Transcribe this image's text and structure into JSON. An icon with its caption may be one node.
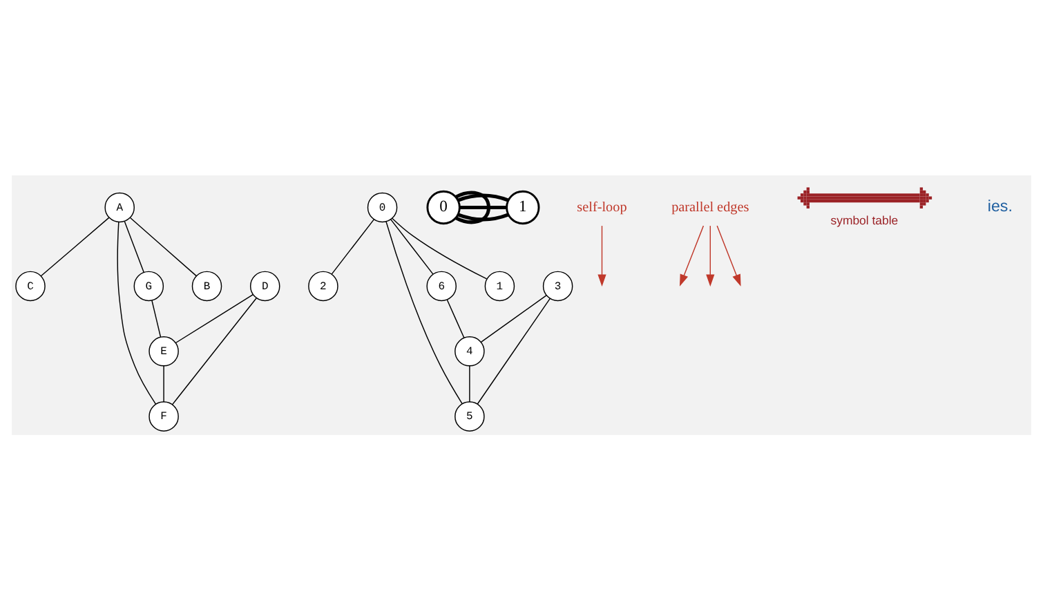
{
  "diagram": {
    "nodes": [
      {
        "text": [
          "A"
        ]
      },
      {
        "text": [
          "B"
        ]
      },
      {
        "text": [
          "C"
        ]
      },
      {
        "text": [
          "G"
        ]
      },
      {
        "text": [
          "D"
        ]
      },
      {
        "text": [
          "E"
        ]
      },
      {
        "text": [
          "F"
        ]
      },
      {
        "text": [
          "0"
        ]
      },
      {
        "text": [
          "1"
        ]
      },
      {
        "text": [
          "2"
        ]
      },
      {
        "text": [
          "6"
        ]
      },
      {
        "text": [
          "3"
        ]
      },
      {
        "text": [
          "4"
        ]
      },
      {
        "text": [
          "5"
        ]
      },
      {
        "text": [
          "0"
        ]
      },
      {
        "text": [
          "1"
        ]
      },
      {
        "text": [
          "self-loop"
        ]
      },
      {
        "text": [
          "parallel edges"
        ]
      }
    ],
    "edges": [
      {
        "from": 0,
        "to": 1,
        "arrow": "none"
      },
      {
        "from": 0,
        "to": 2,
        "arrow": "none"
      },
      {
        "from": 0,
        "to": 3,
        "arrow": "none"
      },
      {
        "from": 0,
        "to": 6,
        "arrow": "none"
      },
      {
        "from": 3,
        "to": 5,
        "arrow": "none"
      },
      {
        "from": 4,
        "to": 5,
        "arrow": "none"
      },
      {
        "from": 4,
        "to": 6,
        "arrow": "none"
      },
      {
        "from": 5,
        "to": 6,
        "arrow": "none"
      },
      {
        "from": 7,
        "to": 8,
        "arrow": "none"
      },
      {
        "from": 7,
        "to": 9,
        "arrow": "none"
      },
      {
        "from": 7,
        "to": 10,
        "arrow": "none"
      },
      {
        "from": 7,
        "to": 13,
        "arrow": "none"
      },
      {
        "from": 10,
        "to": 12,
        "arrow": "none"
      },
      {
        "from": 11,
        "to": 12,
        "arrow": "none"
      },
      {
        "from": 11,
        "to": 13,
        "arrow": "none"
      },
      {
        "from": 12,
        "to": 13,
        "arrow": "none"
      },
      {
        "from": 14,
        "to": 14,
        "arrow": "none",
        "style": "thick"
      },
      {
        "from": 14,
        "to": 15,
        "arrow": "none",
        "style": "thick"
      },
      {
        "from": 14,
        "to": 15,
        "arrow": "none",
        "style": "thick"
      },
      {
        "from": 14,
        "to": 15,
        "arrow": "none",
        "style": "thick"
      },
      {
        "from": 16,
        "to": null,
        "arrow": "to",
        "color": "#c0392b"
      },
      {
        "from": 17,
        "to": null,
        "arrow": "to",
        "color": "#c0392b"
      },
      {
        "from": 17,
        "to": null,
        "arrow": "to",
        "color": "#c0392b"
      },
      {
        "from": 17,
        "to": null,
        "arrow": "to",
        "color": "#c0392b"
      }
    ],
    "labels": [
      "symbol table",
      "ies."
    ]
  }
}
